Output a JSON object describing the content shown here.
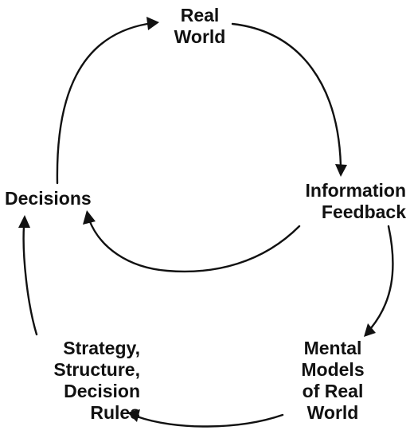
{
  "nodes": {
    "real_world": [
      "Real",
      "World"
    ],
    "decisions": [
      "Decisions"
    ],
    "information_feedback": [
      "Information",
      "Feedback"
    ],
    "mental_models": [
      "Mental",
      "Models",
      "of Real",
      "World"
    ],
    "strategy": [
      "Strategy,",
      "Structure,",
      "Decision",
      "Rules"
    ]
  },
  "colors": {
    "ink": "#111111",
    "background": "#ffffff"
  }
}
